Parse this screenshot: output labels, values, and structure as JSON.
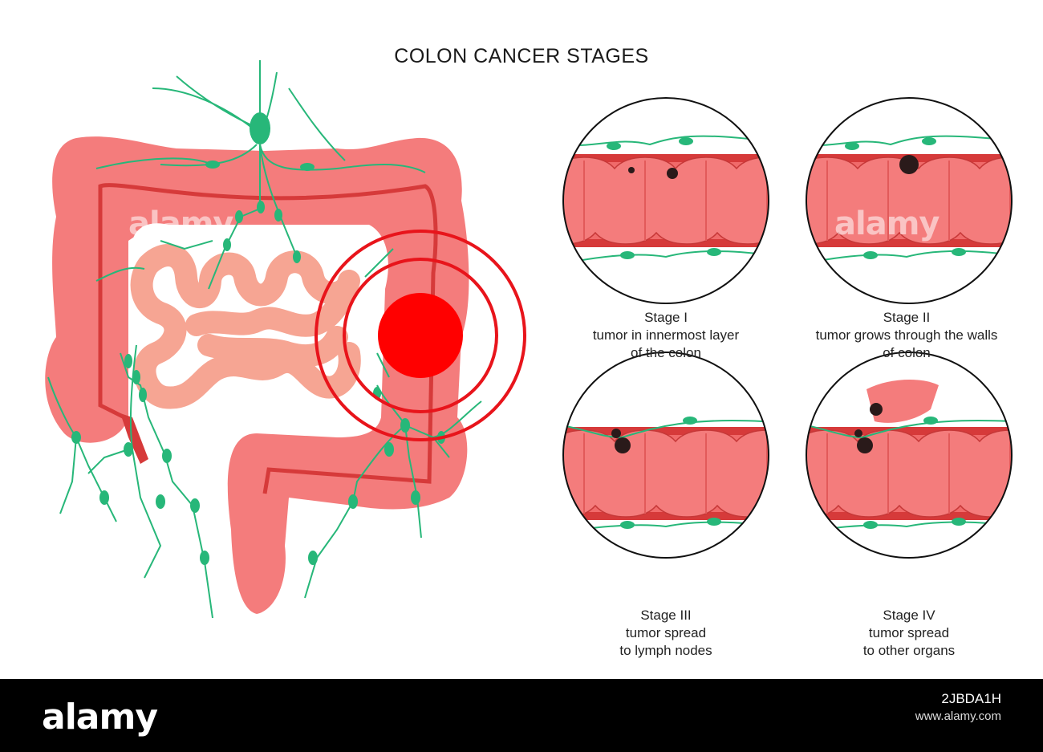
{
  "title": "COLON CANCER STAGES",
  "stages": [
    {
      "name": "Stage I",
      "line1": "tumor in innermost layer",
      "line2": "of the colon"
    },
    {
      "name": "Stage II",
      "line1": "tumor grows through the walls",
      "line2": "of colon"
    },
    {
      "name": "Stage III",
      "line1": "tumor spread",
      "line2": "to lymph nodes"
    },
    {
      "name": "Stage IV",
      "line1": "tumor spread",
      "line2": "to other organs"
    }
  ],
  "footer": {
    "logo": "alamy",
    "image_id": "2JBDA1H",
    "url": "www.alamy.com"
  },
  "watermark": "alamy",
  "colors": {
    "colon": "#f47c7c",
    "small_intestine": "#f6a593",
    "vessel": "#d63a3a",
    "lymph": "#27b779",
    "tumor": "#ff0000",
    "colon_wall": "#d8444a"
  }
}
